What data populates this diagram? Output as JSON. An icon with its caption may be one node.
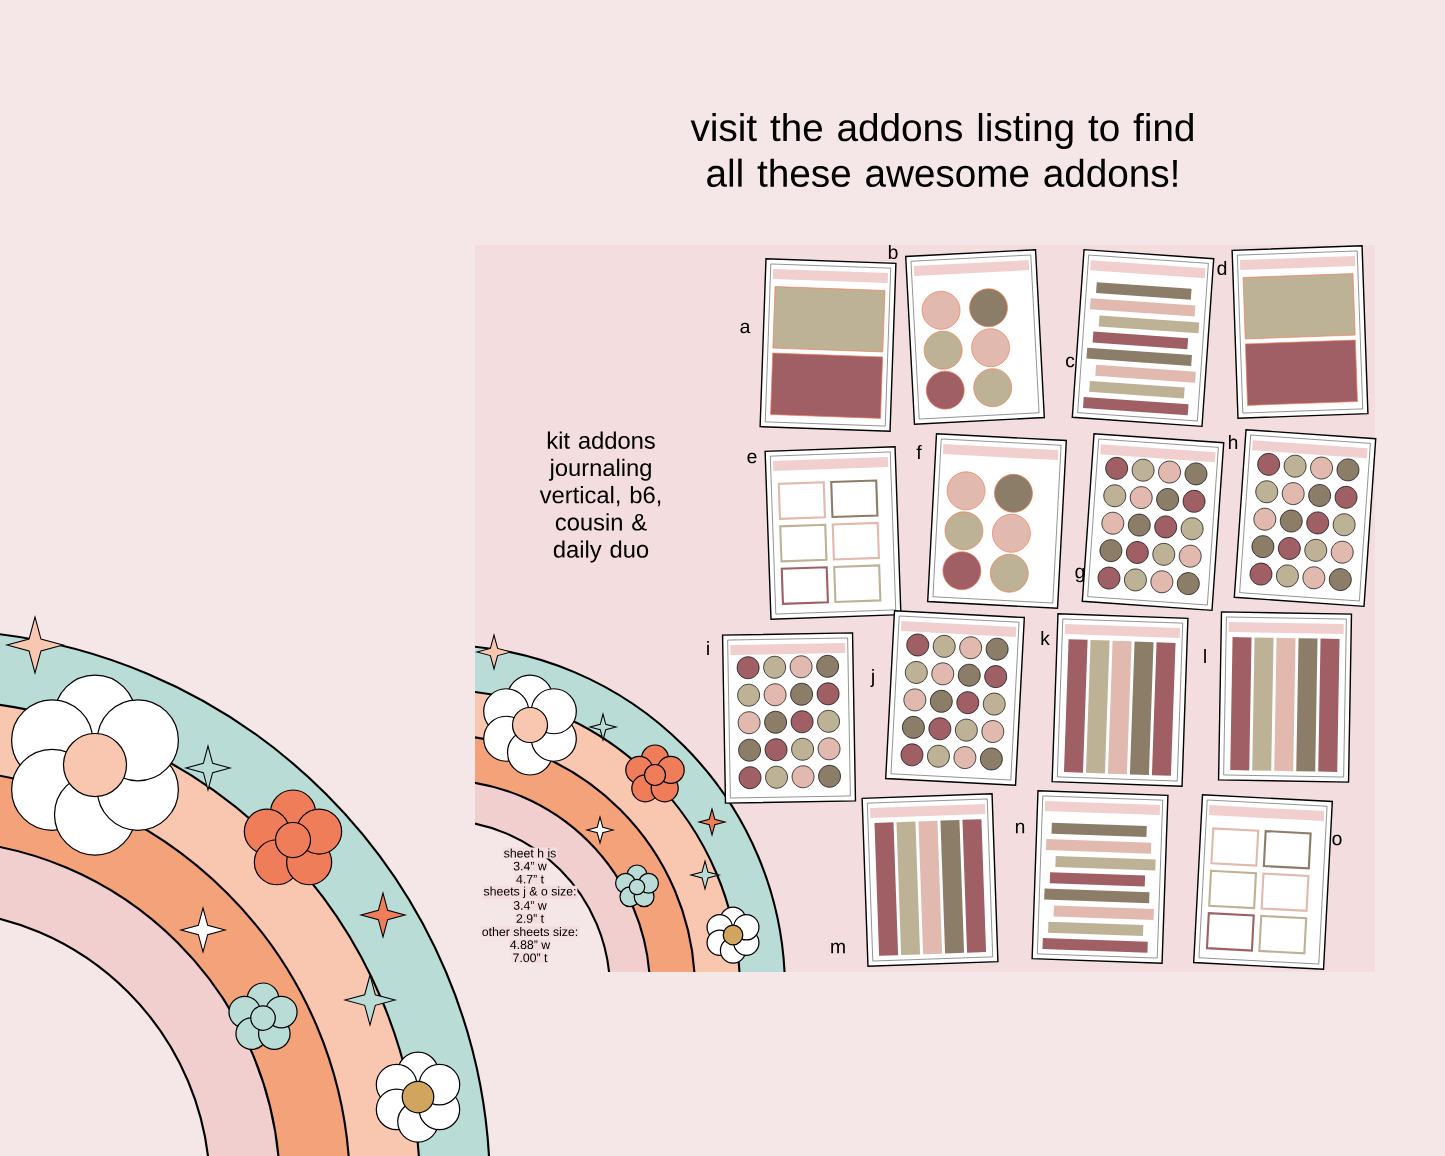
{
  "diagram": {
    "title": "visit the addons listing to find all these awesome addons!",
    "labels": [
      "kit addons journaling vertical, b6, cousin & daily duo",
      "a",
      "b",
      "c",
      "d",
      "e",
      "f",
      "g",
      "h",
      "i",
      "j",
      "k",
      "l",
      "m",
      "n",
      "o",
      "sheet h is",
      "3.4” w",
      "4.7” t",
      "sheets j & o size:",
      "3.4” w",
      "2.9” t",
      "other sheets size:",
      "4.88” w",
      "7.00” t"
    ]
  }
}
